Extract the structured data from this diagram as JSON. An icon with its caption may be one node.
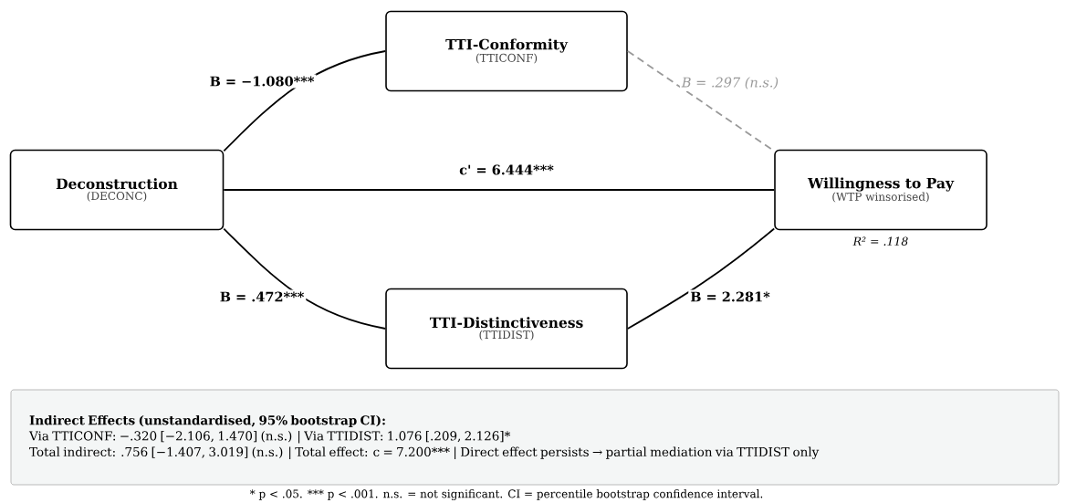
{
  "diagram": {
    "nodes": [
      {
        "text": [
          "Deconstruction",
          "(DECONC)"
        ]
      },
      {
        "text": [
          "TTI-Conformity",
          "(TTICONF)"
        ]
      },
      {
        "text": [
          "Willingness to Pay",
          "(WTP winsorised)"
        ],
        "beside": [
          "R² = .118"
        ]
      },
      {
        "text": [
          "TTI-Distinctiveness",
          "(TTIDIST)"
        ]
      },
      {
        "text": [
          "Indirect Effects (unstandardised, 95% bootstrap CI):",
          "Via TTICONF: −.320 [−2.106, 1.470] (n.s.) | Via TTIDIST: 1.076 [.209, 2.126]*",
          "Total indirect: .756 [−1.407, 3.019] (n.s.) | Total effect: c = 7.200*** | Direct effect persists → partial mediation via TTIDIST only"
        ]
      }
    ],
    "edges": [
      {
        "from": 0,
        "to": 1,
        "arrow": "none",
        "label": "B = −1.080***"
      },
      {
        "from": 1,
        "to": 2,
        "arrow": "none",
        "label": "B = .297 (n.s.)",
        "style": "dashed",
        "color": "#999999"
      },
      {
        "from": 0,
        "to": 2,
        "arrow": "none",
        "label": "c' = 6.444***"
      },
      {
        "from": 0,
        "to": 3,
        "arrow": "none",
        "label": "B = .472***"
      },
      {
        "from": 3,
        "to": 2,
        "arrow": "none",
        "label": "B = 2.281*"
      }
    ],
    "labels": [
      "* p < .05. *** p < .001. n.s. = not significant. CI = percentile bootstrap confidence interval."
    ]
  }
}
